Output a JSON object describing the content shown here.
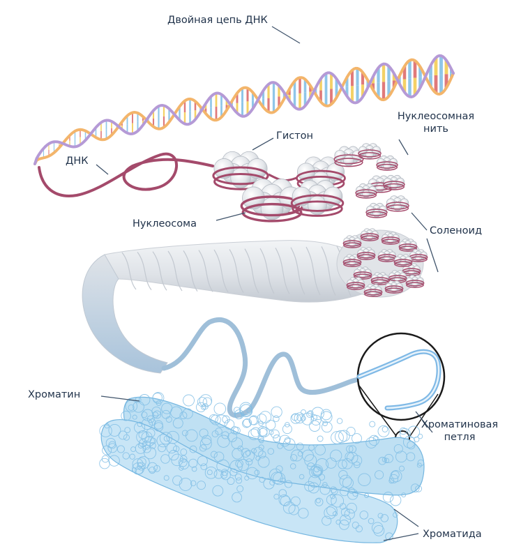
{
  "labels": {
    "double_helix": "Двойная цепь ДНК",
    "dna": "ДНК",
    "histone": "Гистон",
    "nucleosome_fiber_line1": "Нуклеосомная",
    "nucleosome_fiber_line2": "нить",
    "nucleosome": "Нуклеосома",
    "solenoid": "Соленоид",
    "chromatin": "Хроматин",
    "chromatin_loop_line1": "Хроматиновая",
    "chromatin_loop_line2": "петля",
    "chromatid": "Хроматида"
  },
  "colors": {
    "backbone_orange": "#f3b56b",
    "backbone_purple": "#b59ad6",
    "dna_strand": "#a44a6b",
    "histone_fill": "#dfe2e6",
    "solenoid_fill": "#d7dce2",
    "fiber_blue": "#9fbfd9",
    "chromatid_blue": "#bfe0f3",
    "chromatid_line": "#74b6e0",
    "leader": "#40546b",
    "text": "#1f3149"
  }
}
